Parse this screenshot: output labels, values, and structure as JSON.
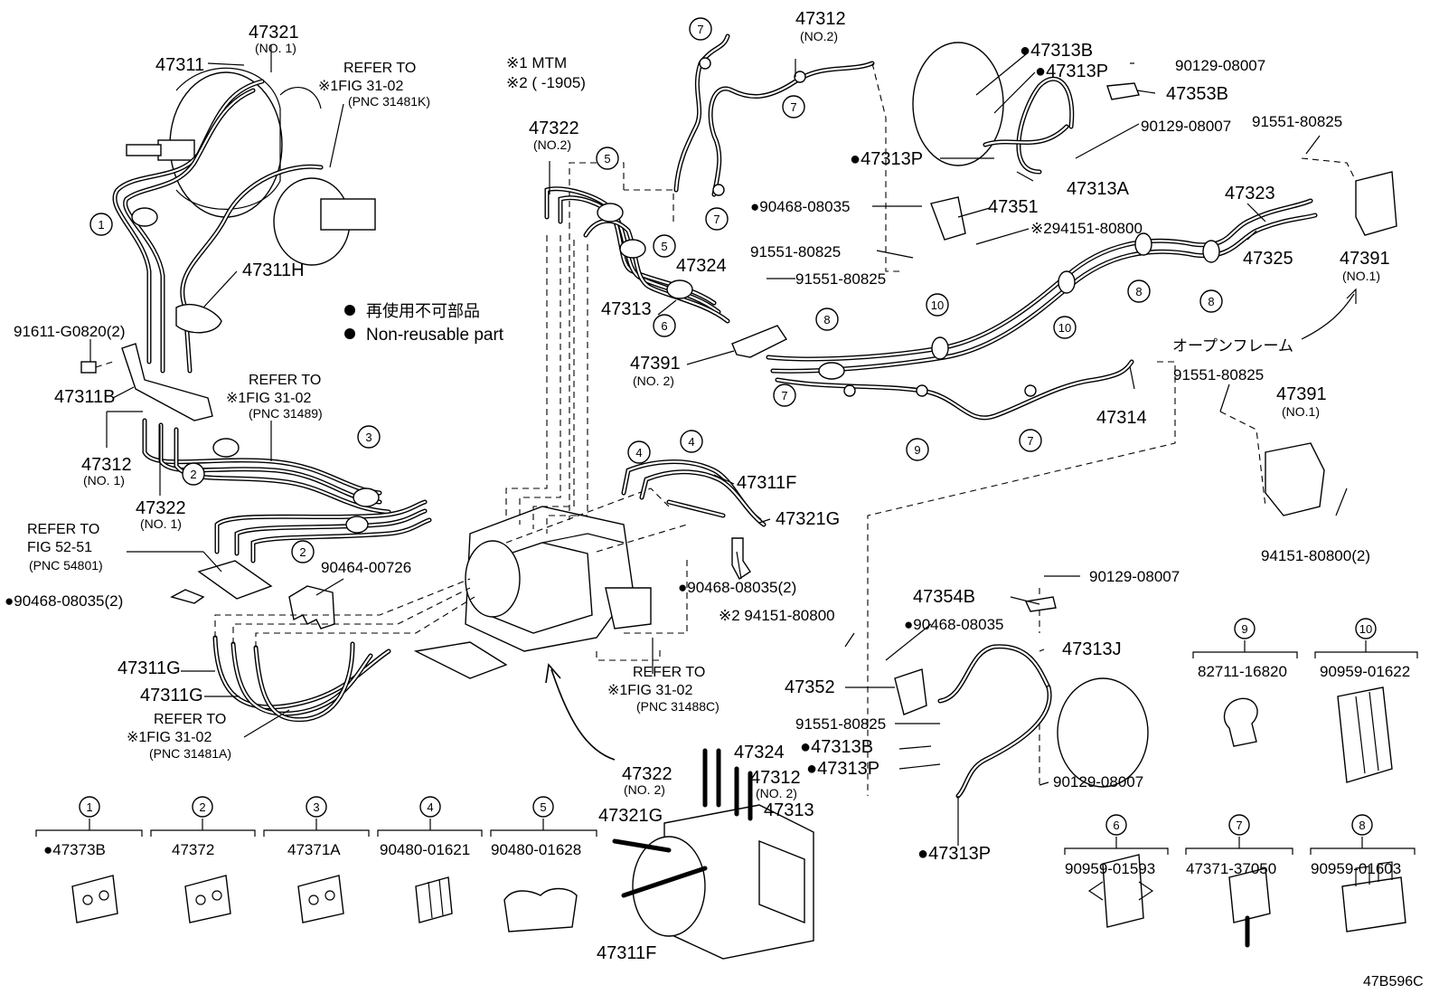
{
  "diagram_code": "47B596C",
  "notes": {
    "note1": "※1 MTM",
    "note2": "※2 (      -1905)"
  },
  "legend": {
    "jp": "再使用不可部品",
    "en": "Non-reusable part"
  },
  "top_labels": {
    "l47321": "47321",
    "l47321_sub": "(NO. 1)",
    "l47311": "47311",
    "ref1_title": "REFER TO",
    "ref1_fig": "※1FIG 31-02",
    "ref1_pnc": "(PNC 31481K)",
    "l47311h": "47311H",
    "l91611": "91611-G0820(2)",
    "l47311b": "47311B",
    "ref2_title": "REFER TO",
    "ref2_fig": "※1FIG 31-02",
    "ref2_pnc": "(PNC 31489)",
    "l47312a": "47312",
    "l47312a_sub": "(NO. 1)",
    "l47322a": "47322",
    "l47322a_sub": "(NO. 1)",
    "ref3_title": "REFER TO",
    "ref3_fig": "FIG 52-51",
    "ref3_pnc": "(PNC 54801)",
    "l90464": "90464-00726",
    "l90468a": "●90468-08035(2)",
    "l47311g1": "47311G",
    "l47311g2": "47311G",
    "ref4_title": "REFER TO",
    "ref4_fig": "※1FIG 31-02",
    "ref4_pnc": "(PNC 31481A)"
  },
  "center_labels": {
    "l47322b": "47322",
    "l47322b_sub": "(NO.2)",
    "l47324a": "47324",
    "l47313a": "47313",
    "l47391b": "47391",
    "l47391b_sub": "(NO. 2)",
    "l91551a": "91551-80825",
    "l47312b": "47312",
    "l47312b_sub": "(NO.2)",
    "l47311f": "47311F",
    "l47321g": "47321G",
    "l90468b": "●90468-08035(2)",
    "ref5_title": "REFER TO",
    "ref5_fig": "※1FIG 31-02",
    "ref5_pnc": "(PNC 31488C)"
  },
  "right_labels": {
    "l47313b1": "●47313B",
    "l47313p1": "●47313P",
    "l90129a": "90129-08007",
    "l47353b": "47353B",
    "l90129b": "90129-08007",
    "l91551b": "91551-80825",
    "l47313p2": "●47313P",
    "l47313a2": "47313A",
    "l90468c": "●90468-08035",
    "l47351": "47351",
    "l94151a": "※294151-80800",
    "l91551c": "91551-80825",
    "l47323": "47323",
    "l47325": "47325",
    "l47391a": "47391",
    "l47391a_sub": "(NO.1)",
    "open_frame": "オープンフレーム",
    "l91551d": "91551-80825",
    "l47391c": "47391",
    "l47391c_sub": "(NO.1)",
    "l47314": "47314",
    "l94151b": "94151-80800(2)",
    "l90129c": "90129-08007",
    "l47354b": "47354B",
    "l94151c": "※2 94151-80800",
    "l90468d": "●90468-08035",
    "l47313j": "47313J",
    "l47352": "47352",
    "l91551e": "91551-80825",
    "l47313b2": "●47313B",
    "l47313p3": "●47313P",
    "l90129d": "90129-08007",
    "l47313p4": "●47313P"
  },
  "bottom_labels": {
    "l47322c": "47322",
    "l47322c_sub": "(NO. 2)",
    "l47324b": "47324",
    "l47312c": "47312",
    "l47312c_sub": "(NO. 2)",
    "l47313c": "47313",
    "l47321g2": "47321G",
    "l47311f2": "47311F"
  },
  "callouts": [
    {
      "num": "1",
      "part": "●47373B"
    },
    {
      "num": "2",
      "part": "47372"
    },
    {
      "num": "3",
      "part": "47371A"
    },
    {
      "num": "4",
      "part": "90480-01621"
    },
    {
      "num": "5",
      "part": "90480-01628"
    },
    {
      "num": "6",
      "part": "90959-01593"
    },
    {
      "num": "7",
      "part": "47371-37050"
    },
    {
      "num": "8",
      "part": "90959-01603"
    },
    {
      "num": "9",
      "part": "82711-16820"
    },
    {
      "num": "10",
      "part": "90959-01622"
    }
  ],
  "markers": [
    "1",
    "2",
    "3",
    "4",
    "5",
    "6",
    "7",
    "8",
    "9",
    "10"
  ]
}
